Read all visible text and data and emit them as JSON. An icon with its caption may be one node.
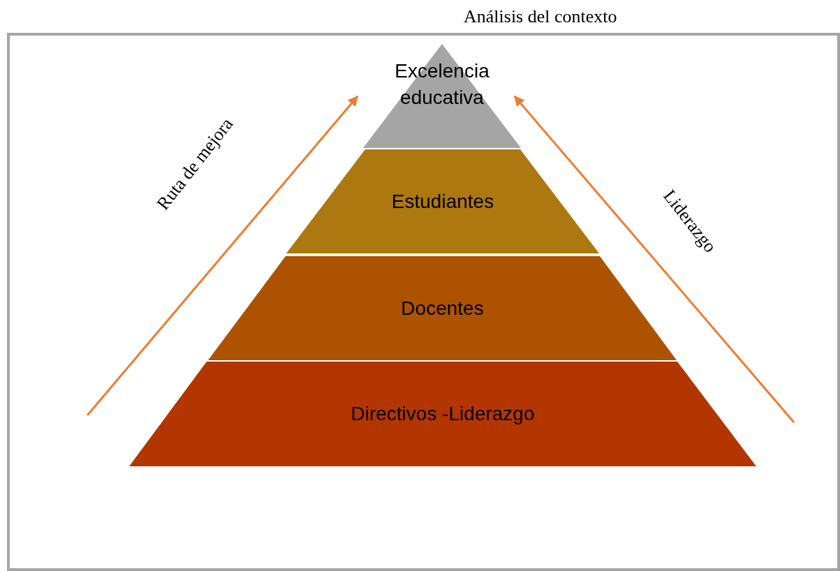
{
  "diagram": {
    "nodes": [
      {
        "text": [
          "Análisis del contexto"
        ]
      },
      {
        "text": [
          "Excelencia educativa"
        ],
        "in": 0
      },
      {
        "text": [
          "Estudiantes"
        ],
        "in": 0
      },
      {
        "text": [
          "Docentes"
        ],
        "in": 0
      },
      {
        "text": [
          "Directivos -Liderazgo"
        ],
        "in": 0
      }
    ],
    "labels": [
      "Ruta de mejora",
      "Liderazgo"
    ]
  }
}
